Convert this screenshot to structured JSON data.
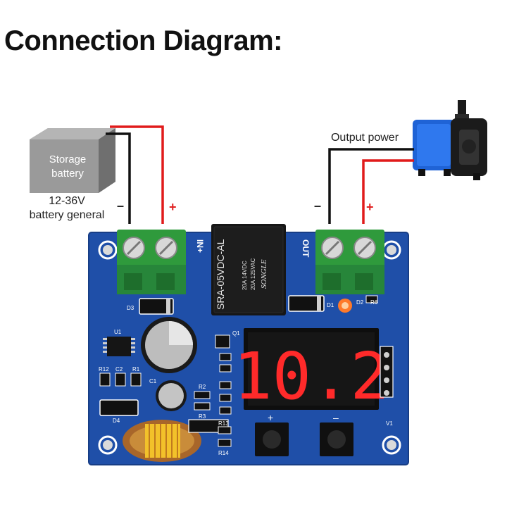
{
  "title": "Connection Diagram:",
  "battery": {
    "label_line1": "Storage",
    "label_line2": "battery",
    "caption_line1": "12-36V",
    "caption_line2": "battery general"
  },
  "pump": {
    "caption": "Output power"
  },
  "polarity": {
    "minus": "–",
    "plus": "+"
  },
  "board": {
    "in_label": "IN+",
    "out_label": "OUT",
    "relay_model": "SRA-05VDC-AL",
    "relay_brand": "SONGLE",
    "relay_rating1": "20A 14VDC",
    "relay_rating2": "20A 125VAC",
    "display_value": "10.2",
    "display_color": "#ff2a2a",
    "pcb_color": "#1f4fa8",
    "silk": {
      "u1": "U1",
      "r12": "R12",
      "c2": "C2",
      "r1": "R1",
      "c1": "C1",
      "d3": "D3",
      "d4": "D4",
      "r2": "R2",
      "r3": "R3",
      "q1": "Q1",
      "r13": "R13",
      "r14": "R14",
      "d1": "D1",
      "d2": "D2",
      "r6": "R6",
      "v1": "V1",
      "btn_plus": "+",
      "btn_minus": "–"
    }
  }
}
